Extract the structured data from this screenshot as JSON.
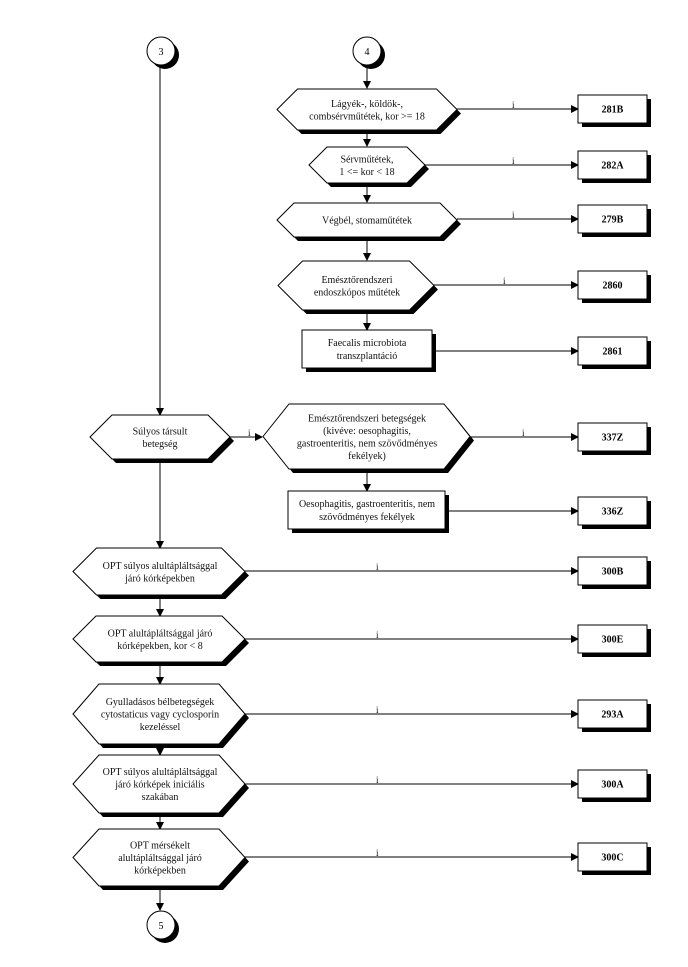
{
  "connectors": {
    "c3": "3",
    "c4": "4",
    "c5": "5"
  },
  "branch_label": "i",
  "codes": {
    "b281B": "281B",
    "b282A": "282A",
    "b279B": "279B",
    "b2860": "2860",
    "b2861": "2861",
    "b337Z": "337Z",
    "b336Z": "336Z",
    "b300B": "300B",
    "b300E": "300E",
    "b293A": "293A",
    "b300A": "300A",
    "b300C": "300C"
  },
  "nodes": {
    "lagyek": [
      "Lágyék-, köldök-,",
      "combsérvműtétek, kor >= 18"
    ],
    "serv": [
      "Sérvműtétek,",
      "1 <= kor < 18"
    ],
    "vegbel": [
      "Végbél, stomaműtétek"
    ],
    "emeszto_endo": [
      "Emésztőrendszeri",
      "endoszkópos műtétek"
    ],
    "faecalis": [
      "Faecalis microbiota",
      "transzplantáció"
    ],
    "sulyos": [
      "Súlyos társult",
      "betegség"
    ],
    "emeszto_bet": [
      "Emésztőrendszeri betegségek",
      "(kivéve: oesophagitis,",
      "gastroenteritis, nem szövődményes",
      "fekélyek)"
    ],
    "oeso": [
      "Oesophagitis, gastroenteritis, nem",
      "szövődményes fekélyek"
    ],
    "opt_sulyos": [
      "OPT súlyos alultápláltsággal",
      "járó kórképekben"
    ],
    "opt_alult": [
      "OPT alultápláltsággal járó",
      "kórképekben, kor < 8"
    ],
    "gyull": [
      "Gyulladásos bélbetegségek",
      "cytostaticus vagy cyclosporin",
      "kezeléssel"
    ],
    "opt_inic": [
      "OPT súlyos alultápláltsággal",
      "járó kórképek iniciális",
      "szakában"
    ],
    "opt_merse": [
      "OPT mérsékelt",
      "alultápláltsággal járó",
      "kórképekben"
    ]
  }
}
